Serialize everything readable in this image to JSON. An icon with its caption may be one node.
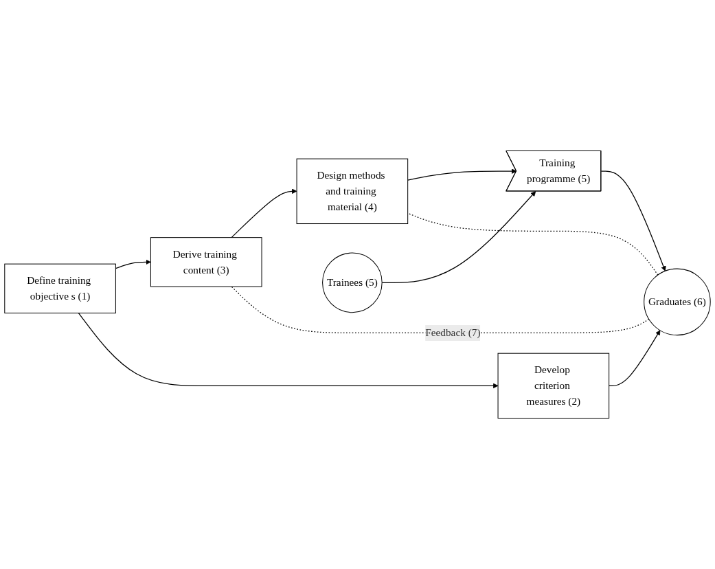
{
  "diagram": {
    "nodes": [
      {
        "text": [
          "Define training objective s (1)"
        ]
      },
      {
        "text": [
          "Derive training content (3)"
        ]
      },
      {
        "text": [
          "Design methods and training material (4)"
        ]
      },
      {
        "text": [
          "Training programme (5)"
        ]
      },
      {
        "text": [
          "Trainees (5)"
        ]
      },
      {
        "text": [
          "Graduates (6)"
        ]
      },
      {
        "text": [
          "Develop criterion measures (2)"
        ]
      }
    ],
    "edges": [
      {
        "from": 0,
        "to": 1,
        "arrow": "to"
      },
      {
        "from": 1,
        "to": 2,
        "arrow": "to"
      },
      {
        "from": 2,
        "to": 3,
        "arrow": "to"
      },
      {
        "from": 3,
        "to": 5,
        "arrow": "to"
      },
      {
        "from": 4,
        "to": 3,
        "arrow": "to"
      },
      {
        "from": 0,
        "to": 6,
        "arrow": "to"
      },
      {
        "from": 6,
        "to": 5,
        "arrow": "to"
      },
      {
        "from": 5,
        "to": 1,
        "arrow": "none",
        "style": "dashed",
        "label": "Feedback (7)"
      },
      {
        "from": 5,
        "to": 2,
        "arrow": "none",
        "style": "dashed"
      }
    ]
  }
}
